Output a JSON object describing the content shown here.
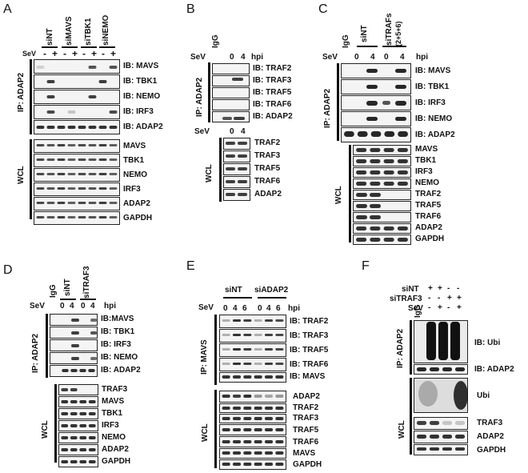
{
  "panels": {
    "A": {
      "letter": "A",
      "conditions": [
        "siNT",
        "siMAVS",
        "siTBK1",
        "siNEMO"
      ],
      "sev": "SeV",
      "signs": [
        "-",
        "+",
        "-",
        "+",
        "-",
        "+",
        "-",
        "+"
      ],
      "ip_label": "IP: ADAP2",
      "wcl_label": "WCL",
      "ip_rows": [
        "IB: MAVS",
        "IB: TBK1",
        "IB: NEMO",
        "IB: IRF3",
        "IB: ADAP2"
      ],
      "wcl_rows": [
        "MAVS",
        "TBK1",
        "NEMO",
        "IRF3",
        "ADAP2",
        "GAPDH"
      ]
    },
    "B": {
      "letter": "B",
      "igg": "IgG",
      "sev": "SeV",
      "times": [
        "0",
        "4"
      ],
      "hpi": "hpi",
      "ip_label": "IP: ADAP2",
      "wcl_label": "WCL",
      "ip_rows": [
        "IB: TRAF2",
        "IB: TRAF3",
        "IB: TRAF5",
        "IB: TRAF6",
        "IB: ADAP2"
      ],
      "wcl_sev": "SeV",
      "wcl_times": [
        "0",
        "4"
      ],
      "wcl_rows": [
        "TRAF2",
        "TRAF3",
        "TRAF5",
        "TRAF6",
        "ADAP2"
      ]
    },
    "C": {
      "letter": "C",
      "igg": "IgG",
      "conditions": [
        "siNT",
        "siTRAFs",
        "(2+5+6)"
      ],
      "sev": "SeV",
      "times": [
        "0",
        "4",
        "0",
        "4"
      ],
      "hpi": "hpi",
      "ip_label": "IP: ADAP2",
      "wcl_label": "WCL",
      "ip_rows": [
        "IB: MAVS",
        "IB: TBK1",
        "IB: IRF3",
        "IB: NEMO",
        "IB: ADAP2"
      ],
      "wcl_rows": [
        "MAVS",
        "TBK1",
        "IRF3",
        "NEMO",
        "TRAF2",
        "TRAF5",
        "TRAF6",
        "ADAP2",
        "GAPDH"
      ]
    },
    "D": {
      "letter": "D",
      "igg": "IgG",
      "conditions": [
        "siNT",
        "siTRAF3"
      ],
      "sev": "SeV",
      "times": [
        "0",
        "4",
        "0",
        "4"
      ],
      "hpi": "hpi",
      "ip_label": "IP: ADAP2",
      "wcl_label": "WCL",
      "ip_rows": [
        "IB:MAVS",
        "IB: TBK1",
        "IB: IRF3",
        "IB: NEMO",
        "IB: ADAP2"
      ],
      "wcl_rows": [
        "TRAF3",
        "MAVS",
        "TBK1",
        "IRF3",
        "NEMO",
        "ADAP2",
        "GAPDH"
      ]
    },
    "E": {
      "letter": "E",
      "conditions": [
        "siNT",
        "siADAP2"
      ],
      "sev": "SeV",
      "times": [
        "0",
        "4",
        "6",
        "0",
        "4",
        "6"
      ],
      "hpi": "hpi",
      "ip_label": "IP: MAVS",
      "wcl_label": "WCL",
      "ip_rows": [
        "IB: TRAF2",
        "IB: TRAF3",
        "IB: TRAF5",
        "IB: TRAF6",
        "IB: MAVS"
      ],
      "wcl_rows": [
        "ADAP2",
        "TRAF2",
        "TRAF3",
        "TRAF5",
        "TRAF6",
        "MAVS",
        "GAPDH"
      ]
    },
    "F": {
      "letter": "F",
      "row_labels": [
        "siNT",
        "siTRAF3",
        "SeV"
      ],
      "sinT_signs": [
        "+",
        "+",
        "-",
        "-"
      ],
      "sitraf3_signs": [
        "-",
        "-",
        "+",
        "+"
      ],
      "sev_signs": [
        "-",
        "+",
        "-",
        "+"
      ],
      "igg": "IgG",
      "ip_label": "IP: ADAP2",
      "wcl_label": "WCL",
      "ip_rows": [
        "IB:  Ubi",
        "IB: ADAP2"
      ],
      "wcl_rows": [
        "Ubi",
        "TRAF3",
        "ADAP2",
        "GAPDH"
      ]
    }
  }
}
